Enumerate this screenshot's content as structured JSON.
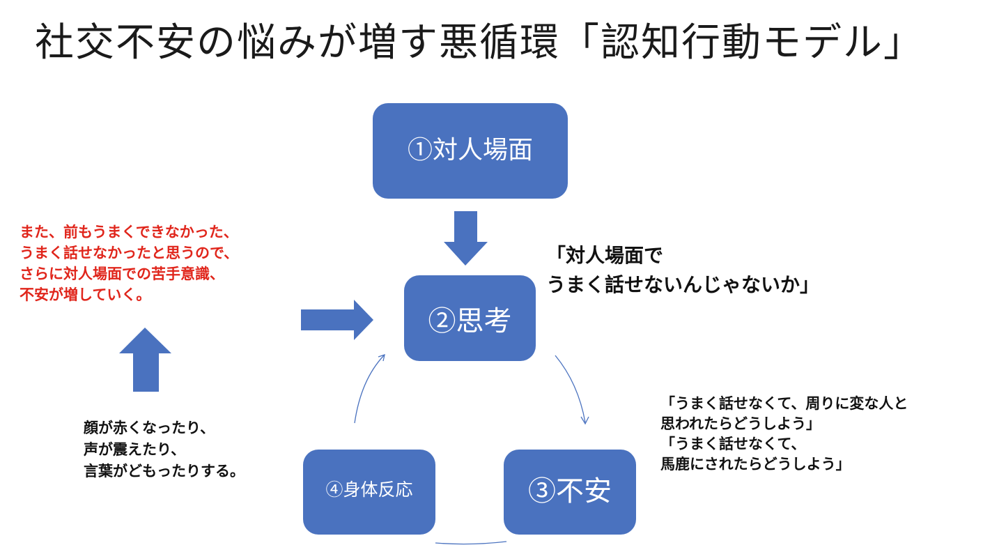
{
  "title": "社交不安の悩みが増す悪循環「認知行動モデル」",
  "boxes": {
    "situation": "①対人場面",
    "thought": "②思考",
    "anxiety": "③不安",
    "body_reaction": "④身体反応"
  },
  "notes": {
    "feedback_red": "また、前もうまくできなかった、\nうまく話せなかったと思うので、\nさらに対人場面での苦手意識、\n不安が増していく。",
    "thought_example": "「対人場面で\nうまく話せないんじゃないか」",
    "anxiety_example": "「うまく話せなくて、周りに変な人と\n思われたらどうしよう」\n「うまく話せなくて、\n馬鹿にされたらどうしよう」",
    "body_example": "顔が赤くなったり、\n声が震えたり、\n言葉がどもったりする。"
  },
  "colors": {
    "box_fill": "#4a72bf",
    "box_text": "#ffffff",
    "red_text": "#e0251b",
    "black_text": "#111111",
    "cycle_line": "#4a72bf"
  },
  "arrows": [
    {
      "from": "situation",
      "to": "thought",
      "style": "block",
      "direction": "down"
    },
    {
      "from": "feedback_red",
      "to": "thought",
      "style": "block",
      "direction": "right"
    },
    {
      "from": "body_example",
      "to": "feedback_red",
      "style": "block",
      "direction": "up"
    },
    {
      "from": "thought",
      "to": "anxiety",
      "style": "curved-line"
    },
    {
      "from": "anxiety",
      "to": "body_reaction",
      "style": "curved-line"
    },
    {
      "from": "body_reaction",
      "to": "thought",
      "style": "curved-line"
    }
  ]
}
